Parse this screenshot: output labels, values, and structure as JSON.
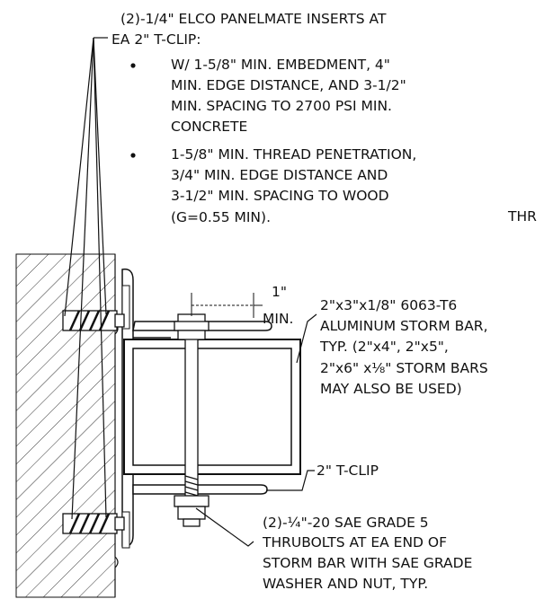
{
  "notes": {
    "inserts": {
      "line1": "(2)-1/4\" ELCO PANELMATE INSERTS AT",
      "line2": "EA 2\" T-CLIP:",
      "bullet1": [
        "W/ 1-5/8\" MIN. EMBEDMENT, 4\"",
        "MIN. EDGE DISTANCE, AND 3-1/2\"",
        "MIN. SPACING TO 2700 PSI MIN.",
        "CONCRETE"
      ],
      "bullet2": [
        "1-5/8\" MIN. THREAD PENETRATION,",
        "3/4\" MIN. EDGE DISTANCE AND",
        "3-1/2\" MIN. SPACING TO WOOD",
        "(G=0.55 MIN)."
      ]
    },
    "cropped_right": "THR",
    "dimension": {
      "line1": "1\"",
      "line2": "MIN."
    },
    "storm_bar": [
      "2\"x3\"x1/8\" 6063-T6",
      "ALUMINUM STORM BAR,",
      "TYP. (2\"x4\", 2\"x5\",",
      "2\"x6\" x⅛\" STORM BARS",
      "MAY ALSO BE USED)"
    ],
    "t_clip": "2\" T-CLIP",
    "thrubolts": [
      "(2)-¼\"-20 SAE GRADE 5",
      "THRUBOLTS AT EA END OF",
      "STORM BAR WITH SAE GRADE",
      "WASHER AND NUT, TYP."
    ]
  }
}
